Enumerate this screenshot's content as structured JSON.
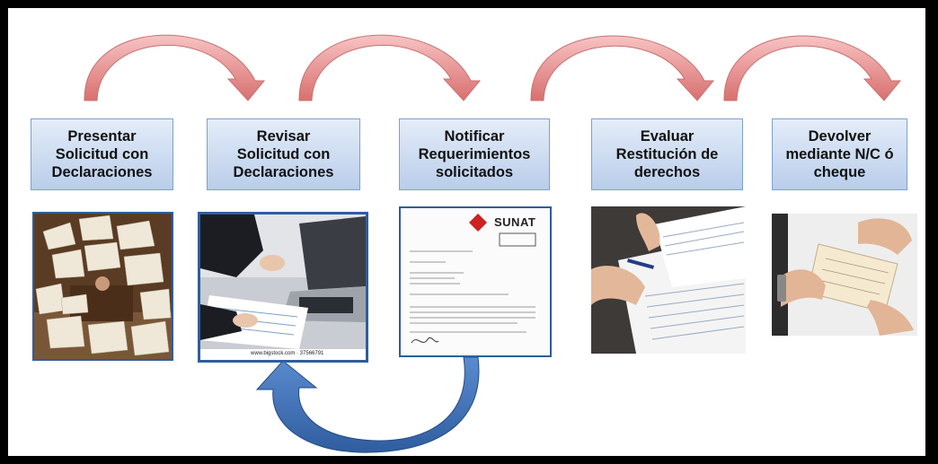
{
  "steps": [
    {
      "label": "Presentar\nSolicitud con\nDeclaraciones"
    },
    {
      "label": "Revisar\nSolicitud con\nDeclaraciones"
    },
    {
      "label": "Notificar\nRequerimientos\nsolicitados"
    },
    {
      "label": "Evaluar\nRestitución de\nderechos"
    },
    {
      "label": "Devolver\nmediante N/C ó\ncheque"
    }
  ],
  "images": {
    "photo_1": "piles of paper documents around desk",
    "photo_2": "hands typing on laptop and writing on form",
    "photo_2_caption": "www.bigstock.com · 37566791",
    "photo_3_logo": "SUNAT",
    "photo_4": "hands filling out forms",
    "photo_5": "hand handing over a cheque"
  },
  "colors": {
    "arrow_forward": "#e58b8b",
    "arrow_back": "#3d6fb5",
    "box_fill_top": "#e4edf9",
    "box_fill_bottom": "#b9cdea",
    "box_border": "#7f9fcf"
  }
}
